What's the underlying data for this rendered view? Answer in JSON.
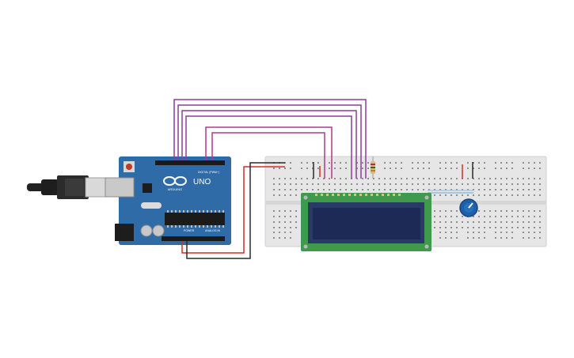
{
  "board": {
    "brand": "ARDUINO",
    "model": "UNO",
    "digital_label": "DIGITAL (PWM~)",
    "power_label": "POWER",
    "analog_label": "ANALOG IN"
  },
  "colors": {
    "background": "#ffffff",
    "arduino_blue": "#2f6ba6",
    "breadboard": "#e6e6e6",
    "lcd_pcb": "#3f9a4d",
    "lcd_screen": "#1c2a55",
    "wire_purple": "#8a3f98",
    "wire_magenta": "#b0388f",
    "wire_red": "#d0302a",
    "wire_black": "#2a2a2a",
    "potentiometer": "#1f5ea8"
  },
  "icons": [
    "usb-plug-icon",
    "arduino-logo-icon",
    "potentiometer-icon",
    "resistor-icon"
  ]
}
